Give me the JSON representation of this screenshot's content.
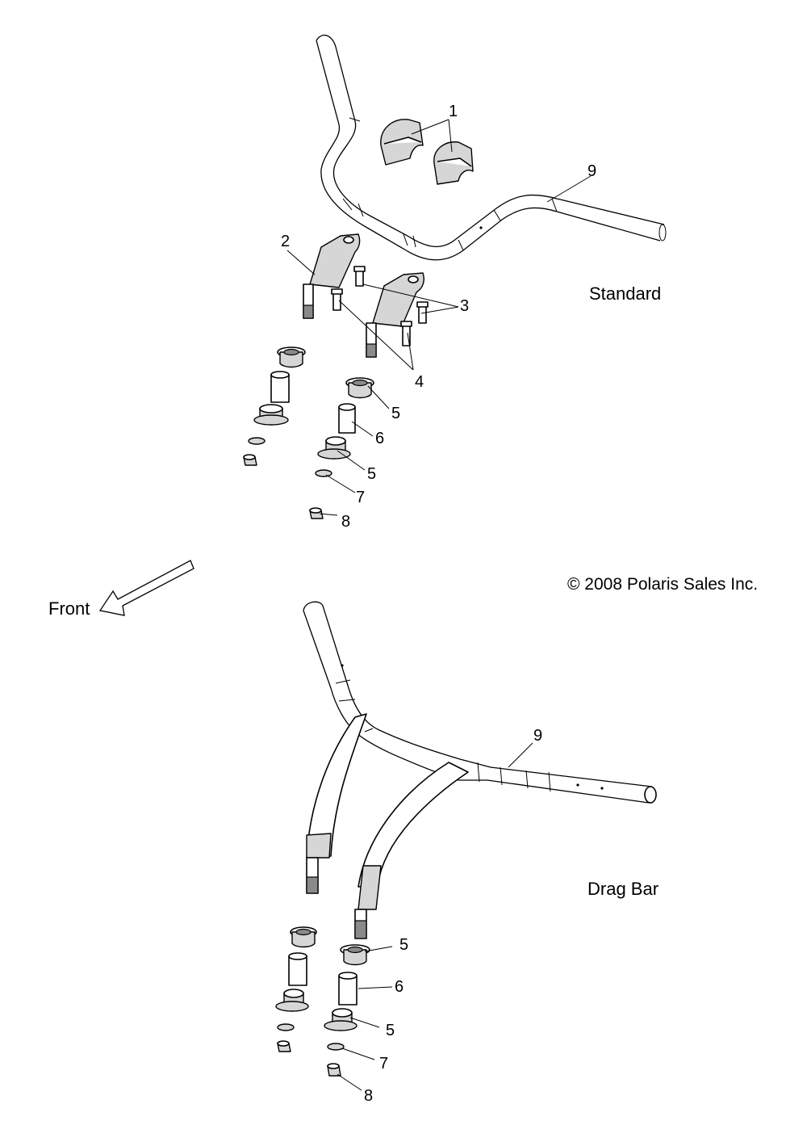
{
  "labels": {
    "standard": "Standard",
    "drag_bar": "Drag Bar",
    "front": "Front",
    "copyright": "© 2008 Polaris Sales Inc."
  },
  "callouts_standard": [
    "1",
    "2",
    "3",
    "4",
    "5",
    "6",
    "5",
    "7",
    "8",
    "9"
  ],
  "callouts_drag": [
    "9",
    "5",
    "6",
    "5",
    "7",
    "8"
  ]
}
